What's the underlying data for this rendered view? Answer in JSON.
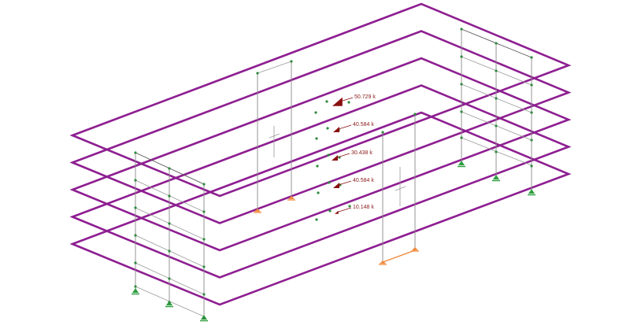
{
  "colors": {
    "slab": "#8e1f91",
    "pin_support": "#2f9e41",
    "roller_support": "#f08a3c",
    "load": "#8a1010",
    "node": "#2f8a3e"
  },
  "loads": [
    {
      "label": "50.729 k"
    },
    {
      "label": "40.584 k"
    },
    {
      "label": "30.438 k"
    },
    {
      "label": "40.584 k"
    },
    {
      "label": "10.148 k"
    }
  ]
}
